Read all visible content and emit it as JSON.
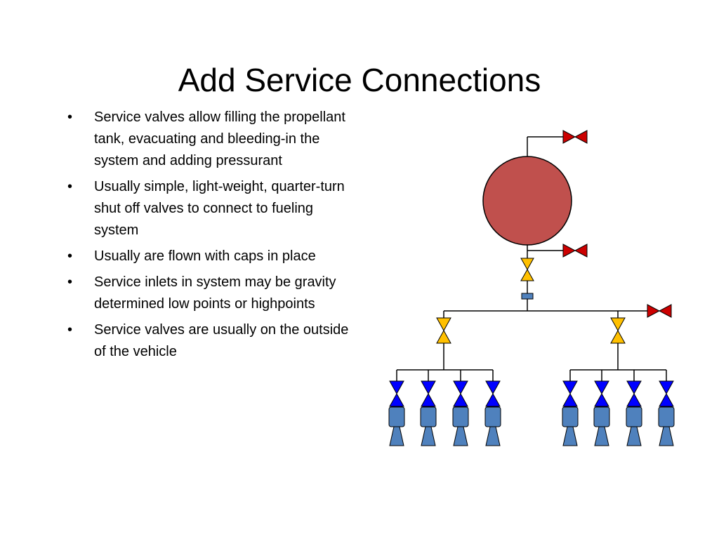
{
  "slide": {
    "title": "Add Service Connections",
    "bullet_glyph": "•",
    "bullets": [
      "Service valves allow filling the propellant tank, evacuating and bleeding-in the system and adding pressurant",
      "Usually simple, light-weight, quarter-turn shut off valves to connect to fueling system",
      "Usually are flown with caps in place",
      "Service inlets in system may be gravity determined low points or highpoints",
      "Service valves are usually on the outside of the vehicle"
    ]
  },
  "diagram": {
    "colors": {
      "tank": "#c0504d",
      "service_valve": "#cc0000",
      "isolation_valve": "#ffc000",
      "filter": "#4f81bd",
      "thruster_valve": "#0000ff",
      "thruster": "#4f81bd",
      "line": "#000000"
    },
    "components": {
      "tank": "propellant-tank",
      "service_valves": 3,
      "isolation_valves": 3,
      "filters": 1,
      "thruster_branches": 2,
      "thrusters_per_branch": 4
    }
  }
}
